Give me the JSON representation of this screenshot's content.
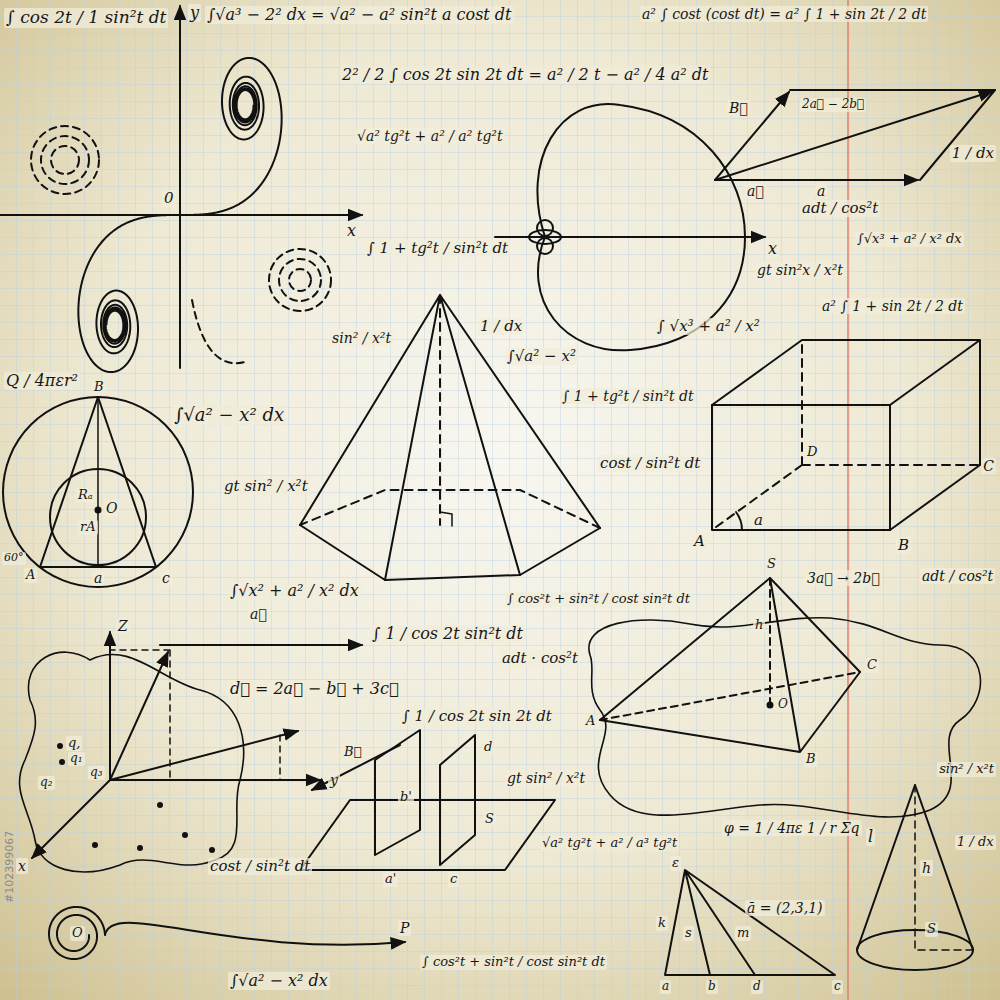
{
  "diagram": {
    "labels": [
      "∫ cos 2t / 1 sin²t dt",
      "y",
      "∫√a³ − 2² dx = √a² − a² sin²t a cost dt",
      "a² ∫ cost (cost dt) = a² ∫ 1 + sin 2t / 2 dt",
      "2² / 2 ∫ cos 2t sin 2t dt = a² / 2 t − a² / 4 a² dt",
      "√a² tg²t + a² / a² tg²t",
      "0",
      "x",
      "x",
      "∫ 1 + tg²t / sin²t dt",
      "1 / dx",
      "sin² / x²t",
      "∫√a² − x²",
      "Q / 4πεr²",
      "B",
      "Rₐ",
      "O",
      "rA",
      "60°",
      "A",
      "a",
      "c",
      "∫√a² − x² dx",
      "gt sin² / x²t",
      "∫ 1 + tg²t / sin²t dt",
      "∫ √x³ + a² / x²",
      "cost / sin²t dt",
      "B⃗",
      "2a⃗ − 2b⃗",
      "a⃗",
      "a",
      "1 / dx",
      "adt / cos²t",
      "∫√x³ + a² / x² dx",
      "gt sin²x / x²t",
      "a² ∫ 1 + sin 2t / 2 dt",
      "D",
      "C",
      "a",
      "A",
      "B",
      "∫√x² + a² / x² dx",
      "a⃗",
      "∫ cos²t + sin²t / cost sin²t dt",
      "S",
      "h",
      "C",
      "O",
      "A",
      "B",
      "3a⃗ → 2b⃗",
      "adt / cos²t",
      "Z",
      "d⃗ = 2a⃗ − b⃗ + 3c⃗",
      "∫ 1 / cos 2t sin²t dt",
      "adt · cos²t",
      "q,",
      "q₁",
      "q₃",
      "q₂",
      "y",
      "x",
      "∫ 1 / cos 2t sin 2t dt",
      "B⃗",
      "b'",
      "d",
      "S",
      "a'",
      "c",
      "gt sin² / x²t",
      "√a² tg²t + a² / a³ tg²t",
      "sin² / x²t",
      "1 / dx",
      "l",
      "h",
      "S",
      "cost / sin²t dt",
      "φ = 1 / 4πε 1 / r Σq",
      "ā = (2,3,1)",
      "ε",
      "k",
      "s",
      "m",
      "a",
      "b",
      "d",
      "c",
      "O",
      "P",
      "∫√a² − x² dx",
      "∫ cos²t + sin²t / cost sin²t dt",
      "#102399067"
    ]
  }
}
